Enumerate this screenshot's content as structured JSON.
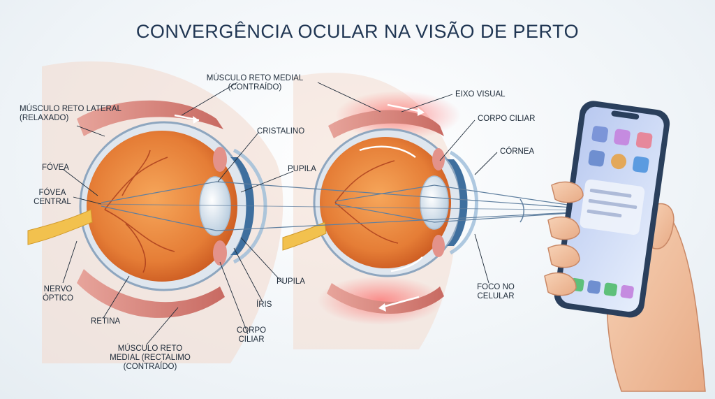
{
  "title": "CONVERGÊNCIA OCULAR NA VISÃO DE PERTO",
  "labels": {
    "musculo_reto_lateral": [
      "MÚSCULO RETO LATERAL",
      "(RELAXADO)"
    ],
    "musculo_reto_medial_top": [
      "MÚSCULO RETO MEDIAL",
      "(CONTRAÍDO)"
    ],
    "fovea": [
      "FÓVEA"
    ],
    "fovea_central": [
      "FÓVEA",
      "CENTRAL"
    ],
    "cristalino": [
      "CRISTALINO"
    ],
    "pupila_upper": [
      "PUPILA"
    ],
    "pupila_lower": [
      "PUPILA"
    ],
    "nervo_optico": [
      "NERVO",
      "ÓPTICO"
    ],
    "retina": [
      "RETINA"
    ],
    "iris": [
      "ÍRIS"
    ],
    "corpo_ciliar_left": [
      "CORPO",
      "CILIAR"
    ],
    "musculo_reto_medial_bottom": [
      "MÚSCULO RETO",
      "MEDIAL (RECTALIMO",
      "(CONTRAÍDO)"
    ],
    "eixo_visual": [
      "EIXO VISUAL"
    ],
    "corpo_ciliar_right": [
      "CORPO CILIAR"
    ],
    "cornea": [
      "CÓRNEA"
    ],
    "foco_no_celular": [
      "FOCO NO",
      "CELULAR"
    ]
  },
  "colors": {
    "title": "#1f3552",
    "vitreous": "#e8853f",
    "muscle": "#c9706a",
    "contracted_glow": "#ff3b3b",
    "iris": "#3f6f9e",
    "lens": "#dfe9f2",
    "phone_body": "#2a3f5c",
    "screen": "#cfdcf5",
    "skin": "#f2c4a4",
    "ray": "#5f7f9f"
  },
  "icons": [
    "eye-left-diagram",
    "eye-right-diagram",
    "smartphone-illustration",
    "hand-illustration",
    "muscle-arrow-icon"
  ]
}
